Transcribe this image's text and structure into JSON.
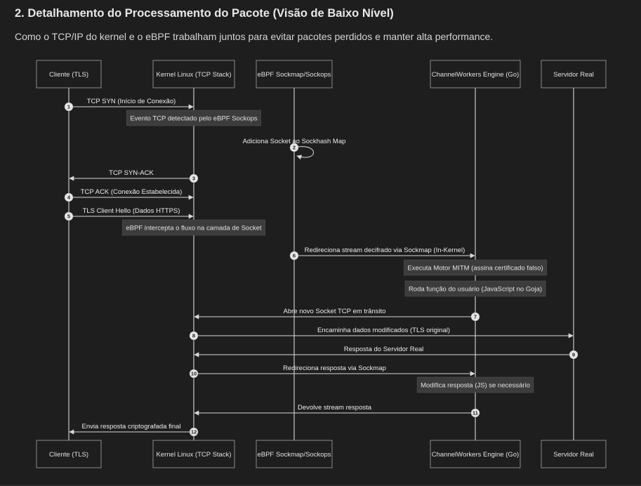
{
  "page": {
    "heading": "2. Detalhamento do Processamento do Pacote (Visão de Baixo Nível)",
    "subtitle": "Como o TCP/IP do kernel e o eBPF trabalham juntos para evitar pacotes perdidos e manter alta performance."
  },
  "diagram": {
    "actors": [
      {
        "id": "cliente",
        "label": "Cliente (TLS)"
      },
      {
        "id": "kernel",
        "label": "Kernel Linux (TCP Stack)"
      },
      {
        "id": "ebpf",
        "label": "eBPF Sockmap/Sockops"
      },
      {
        "id": "engine",
        "label": "ChannelWorkers Engine (Go)"
      },
      {
        "id": "servidor",
        "label": "Servidor Real"
      }
    ],
    "steps": [
      {
        "kind": "msg",
        "from": "cliente",
        "to": "kernel",
        "label": "TCP SYN (Início de Conexão)",
        "seq": "1"
      },
      {
        "kind": "note",
        "over": "kernel",
        "label": "Evento TCP detectado pelo eBPF Sockops"
      },
      {
        "kind": "self",
        "at": "ebpf",
        "label": "Adiciona Socket ao Sockhash Map",
        "seq": "2"
      },
      {
        "kind": "msg",
        "from": "kernel",
        "to": "cliente",
        "label": "TCP SYN-ACK",
        "seq": "3"
      },
      {
        "kind": "msg",
        "from": "cliente",
        "to": "kernel",
        "label": "TCP ACK (Conexão Estabelecida)",
        "seq": "4"
      },
      {
        "kind": "msg",
        "from": "cliente",
        "to": "kernel",
        "label": "TLS Client Hello (Dados HTTPS)",
        "seq": "5"
      },
      {
        "kind": "note",
        "over": "kernel",
        "label": "eBPF intercepta o fluxo na camada de Socket"
      },
      {
        "kind": "msg",
        "from": "ebpf",
        "to": "engine",
        "label": "Redireciona stream decifrado via Sockmap (In-Kernel)",
        "seq": "6"
      },
      {
        "kind": "note",
        "over": "engine",
        "label": "Executa Motor MITM (assina certificado falso)"
      },
      {
        "kind": "note",
        "over": "engine",
        "label": "Roda função do usuário (JavaScript no Goja)"
      },
      {
        "kind": "msg",
        "from": "engine",
        "to": "kernel",
        "label": "Abre novo Socket TCP em trânsito",
        "seq": "7"
      },
      {
        "kind": "msg",
        "from": "kernel",
        "to": "servidor",
        "label": "Encaminha dados modificados (TLS original)",
        "seq": "8"
      },
      {
        "kind": "msg",
        "from": "servidor",
        "to": "kernel",
        "label": "Resposta do Servidor Real",
        "seq": "9"
      },
      {
        "kind": "msg",
        "from": "kernel",
        "to": "engine",
        "label": "Redireciona resposta via Sockmap",
        "seq": "10"
      },
      {
        "kind": "note",
        "over": "engine",
        "label": "Modifica resposta (JS) se necessário"
      },
      {
        "kind": "msg",
        "from": "engine",
        "to": "kernel",
        "label": "Devolve stream resposta",
        "seq": "11"
      },
      {
        "kind": "msg",
        "from": "kernel",
        "to": "cliente",
        "label": "Envia resposta criptografada final",
        "seq": "12"
      }
    ]
  }
}
